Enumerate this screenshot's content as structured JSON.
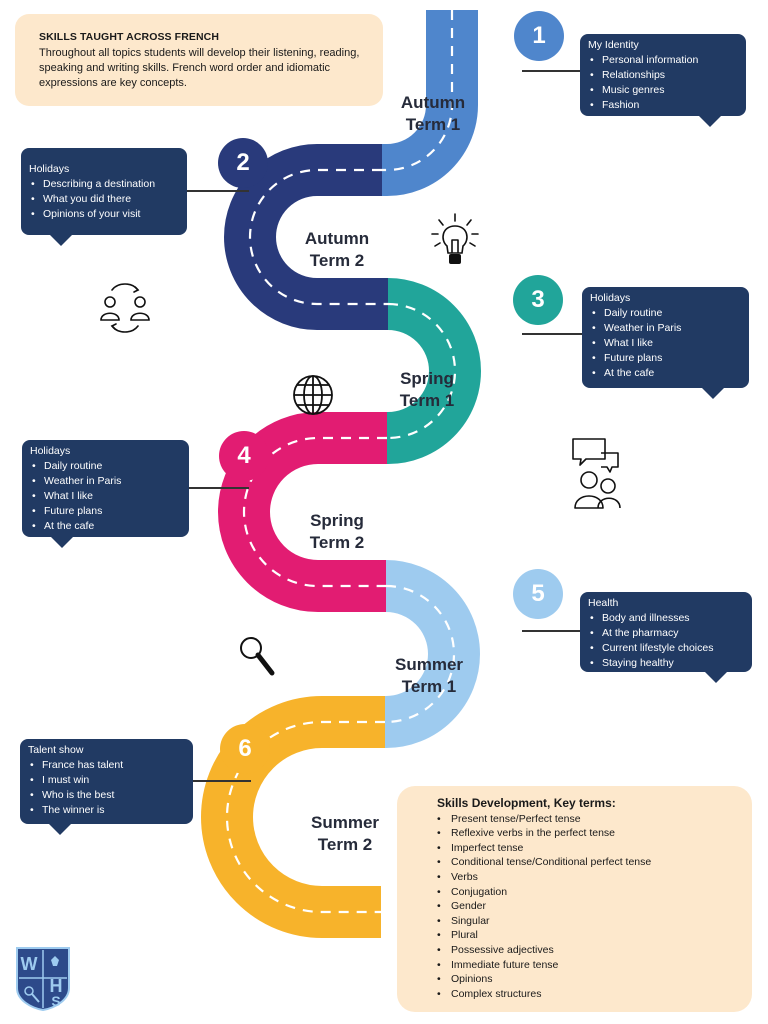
{
  "intro": {
    "title": "SKILLS TAUGHT ACROSS FRENCH",
    "text": "Throughout all topics students will develop their listening, reading, speaking and writing skills.  French word order and idiomatic expressions are key concepts."
  },
  "terms": [
    {
      "number": "1",
      "line1": "Autumn",
      "line2": "Term 1",
      "color": "#4f86cc",
      "topic": {
        "title": "My Identity",
        "items": [
          "Personal information",
          "Relationships",
          "Music genres",
          "Fashion"
        ]
      }
    },
    {
      "number": "2",
      "line1": "Autumn",
      "line2": "Term 2",
      "color": "#293a7b",
      "topic": {
        "title": "Holidays",
        "items": [
          "Describing a destination",
          "What you did there",
          "Opinions of your visit"
        ]
      }
    },
    {
      "number": "3",
      "line1": "Spring",
      "line2": "Term 1",
      "color": "#21a59a",
      "topic": {
        "title": "Holidays",
        "items": [
          "Daily routine",
          "Weather in Paris",
          "What I like",
          "Future plans",
          "At the cafe"
        ]
      }
    },
    {
      "number": "4",
      "line1": "Spring",
      "line2": "Term 2",
      "color": "#e21c72",
      "topic": {
        "title": "Holidays",
        "items": [
          "Daily routine",
          "Weather in Paris",
          "What I like",
          "Future plans",
          "At the cafe"
        ]
      }
    },
    {
      "number": "5",
      "line1": "Summer",
      "line2": "Term 1",
      "color": "#9ecbef",
      "topic": {
        "title": "Health",
        "items": [
          "Body and illnesses",
          "At the pharmacy",
          "Current lifestyle choices",
          "Staying healthy"
        ]
      }
    },
    {
      "number": "6",
      "line1": "Summer",
      "line2": "Term 2",
      "color": "#f7b32b",
      "topic": {
        "title": "Talent show",
        "items": [
          "France has talent",
          "I must win",
          "Who is the best",
          "The winner is"
        ]
      }
    }
  ],
  "skills": {
    "title": "Skills Development, Key terms:",
    "items": [
      "Present tense/Perfect tense",
      "Reflexive verbs in the perfect tense",
      "Imperfect tense",
      "Conditional tense/Conditional perfect tense",
      "Verbs",
      "Conjugation",
      "Gender",
      "Singular",
      "Plural",
      "Possessive adjectives",
      "Immediate future tense",
      "Opinions",
      "Complex structures"
    ]
  },
  "logo": {
    "text": "WHS",
    "colors": {
      "bg": "#2d4a8a",
      "letters": "#9ecbef"
    }
  },
  "icons": [
    "lightbulb-icon",
    "people-exchange-icon",
    "globe-icon",
    "chat-people-icon",
    "magnifier-icon"
  ],
  "text_color": "#262b3a",
  "box_color": "#213a63",
  "panel_color": "#fde8cc"
}
